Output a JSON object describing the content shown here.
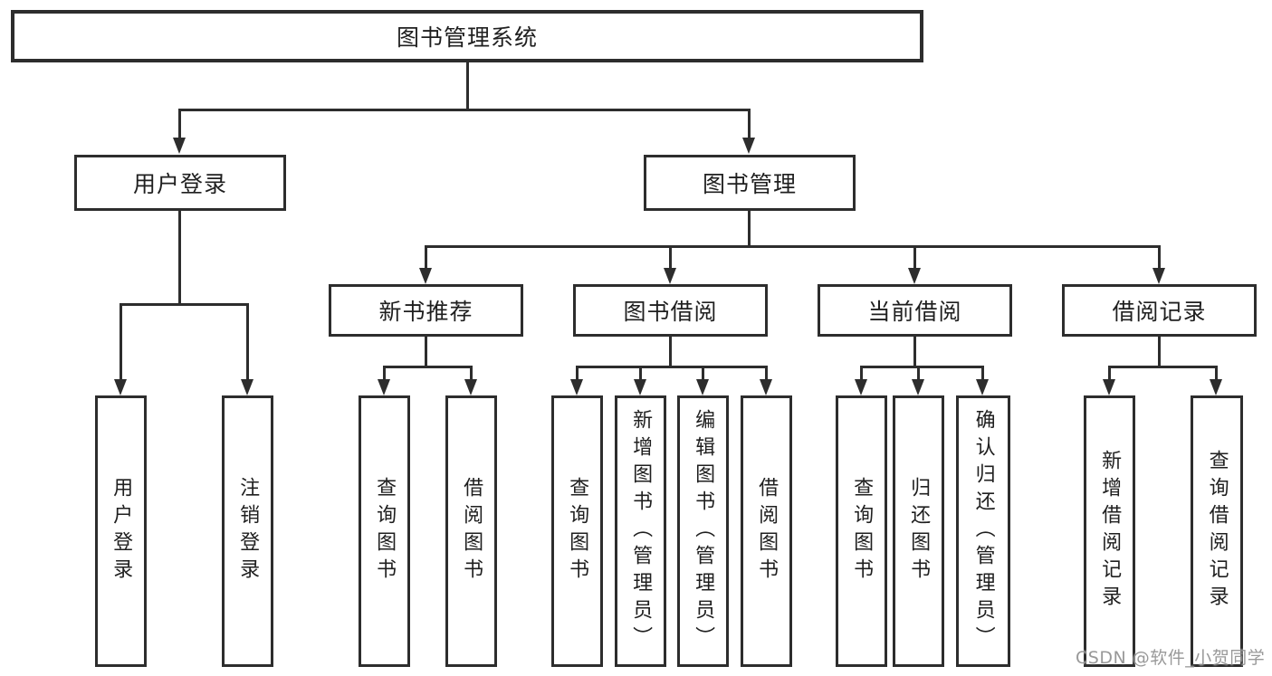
{
  "tree": {
    "label": "图书管理系统",
    "children": [
      {
        "label": "用户登录",
        "children": [
          {
            "label": "用户登录"
          },
          {
            "label": "注销登录"
          }
        ]
      },
      {
        "label": "图书管理",
        "children": [
          {
            "label": "新书推荐",
            "children": [
              {
                "label": "查询图书"
              },
              {
                "label": "借阅图书"
              }
            ]
          },
          {
            "label": "图书借阅",
            "children": [
              {
                "label": "查询图书"
              },
              {
                "label": "新增图书（管理员）"
              },
              {
                "label": "编辑图书（管理员）"
              },
              {
                "label": "借阅图书"
              }
            ]
          },
          {
            "label": "当前借阅",
            "children": [
              {
                "label": "查询图书"
              },
              {
                "label": "归还图书"
              },
              {
                "label": "确认归还（管理员）"
              }
            ]
          },
          {
            "label": "借阅记录",
            "children": [
              {
                "label": "新增借阅记录"
              },
              {
                "label": "查询借阅记录"
              }
            ]
          }
        ]
      }
    ]
  },
  "watermark": "CSDN @软件_小贺同学",
  "colors": {
    "background": "#ffffff",
    "box_border": "#2d2d2d",
    "connector_line": "#2d2d2d",
    "text": "#1f1f1f",
    "watermark_text": "#878787"
  }
}
